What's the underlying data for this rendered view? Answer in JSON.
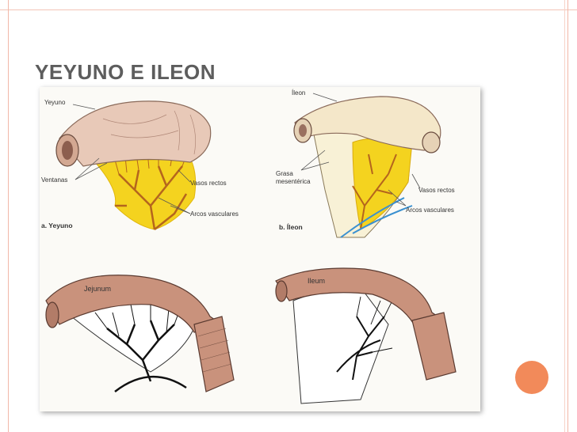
{
  "slide": {
    "title": "YEYUNO E ILEON"
  },
  "figure": {
    "panel_a": {
      "label_yeyuno": "Yeyuno",
      "label_ventanas": "Ventanas",
      "label_vasos_rectos": "Vasos rectos",
      "label_arcos": "Arcos vasculares",
      "caption": "a. Yeyuno"
    },
    "panel_b": {
      "label_ileon": "Íleon",
      "label_grasa_1": "Grasa",
      "label_grasa_2": "mesentérica",
      "label_vasos_rectos": "Vasos rectos",
      "label_arcos": "Arcos vasculares",
      "caption": "b. Íleon"
    },
    "panel_c": {
      "label": "Jejunum"
    },
    "panel_d": {
      "label": "Ileum"
    }
  },
  "colors": {
    "accent": "#f28a5a",
    "frame": "#f2b8a8",
    "title": "#5d5d5d",
    "intestine_top": "#e8c9b8",
    "intestine_bottom": "#c9927c",
    "mesentery_fat": "#f4d31f",
    "vessel": "#b5651d"
  }
}
